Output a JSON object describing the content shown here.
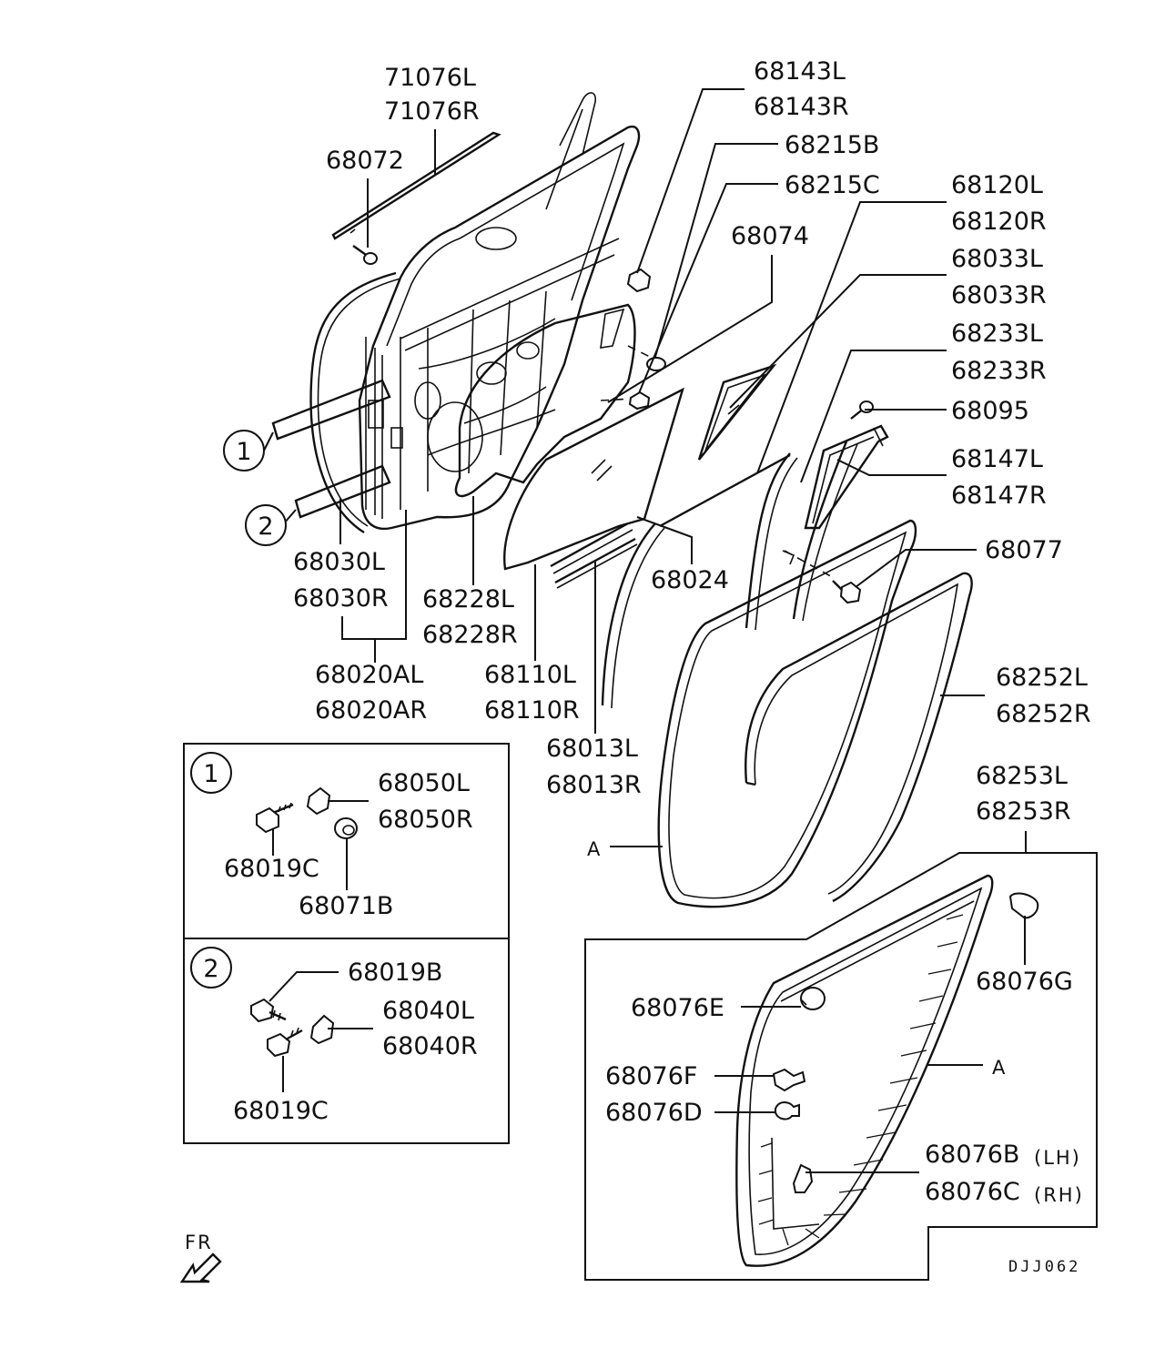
{
  "parts": {
    "p71076": [
      "71076L",
      "71076R"
    ],
    "p68072": "68072",
    "p68143": [
      "68143L",
      "68143R"
    ],
    "p68215B": "68215B",
    "p68215C": "68215C",
    "p68074": "68074",
    "p68120": [
      "68120L",
      "68120R"
    ],
    "p68033": [
      "68033L",
      "68033R"
    ],
    "p68233": [
      "68233L",
      "68233R"
    ],
    "p68095": "68095",
    "p68147": [
      "68147L",
      "68147R"
    ],
    "p68077": "68077",
    "p68024": "68024",
    "p68030": [
      "68030L",
      "68030R"
    ],
    "p68228": [
      "68228L",
      "68228R"
    ],
    "p68020A": [
      "68020AL",
      "68020AR"
    ],
    "p68110": [
      "68110L",
      "68110R"
    ],
    "p68013": [
      "68013L",
      "68013R"
    ],
    "p68252": [
      "68252L",
      "68252R"
    ],
    "p68253": [
      "68253L",
      "68253R"
    ]
  },
  "callouts": {
    "c1": "1",
    "c2": "2"
  },
  "box1": {
    "marker": "1",
    "p68050": [
      "68050L",
      "68050R"
    ],
    "p68019C": "68019C",
    "p68071B": "68071B"
  },
  "box2": {
    "marker": "2",
    "p68019B": "68019B",
    "p68040": [
      "68040L",
      "68040R"
    ],
    "p68019C": "68019C"
  },
  "detail": {
    "p68076G": "68076G",
    "p68076E": "68076E",
    "p68076F": "68076F",
    "p68076D": "68076D",
    "p68076B": "68076B",
    "p68076B_note": "(LH)",
    "p68076C": "68076C",
    "p68076C_note": "(RH)",
    "ref_a": "A"
  },
  "ref_a": "A",
  "front_label": "FR",
  "drawing_code": "DJJ062"
}
